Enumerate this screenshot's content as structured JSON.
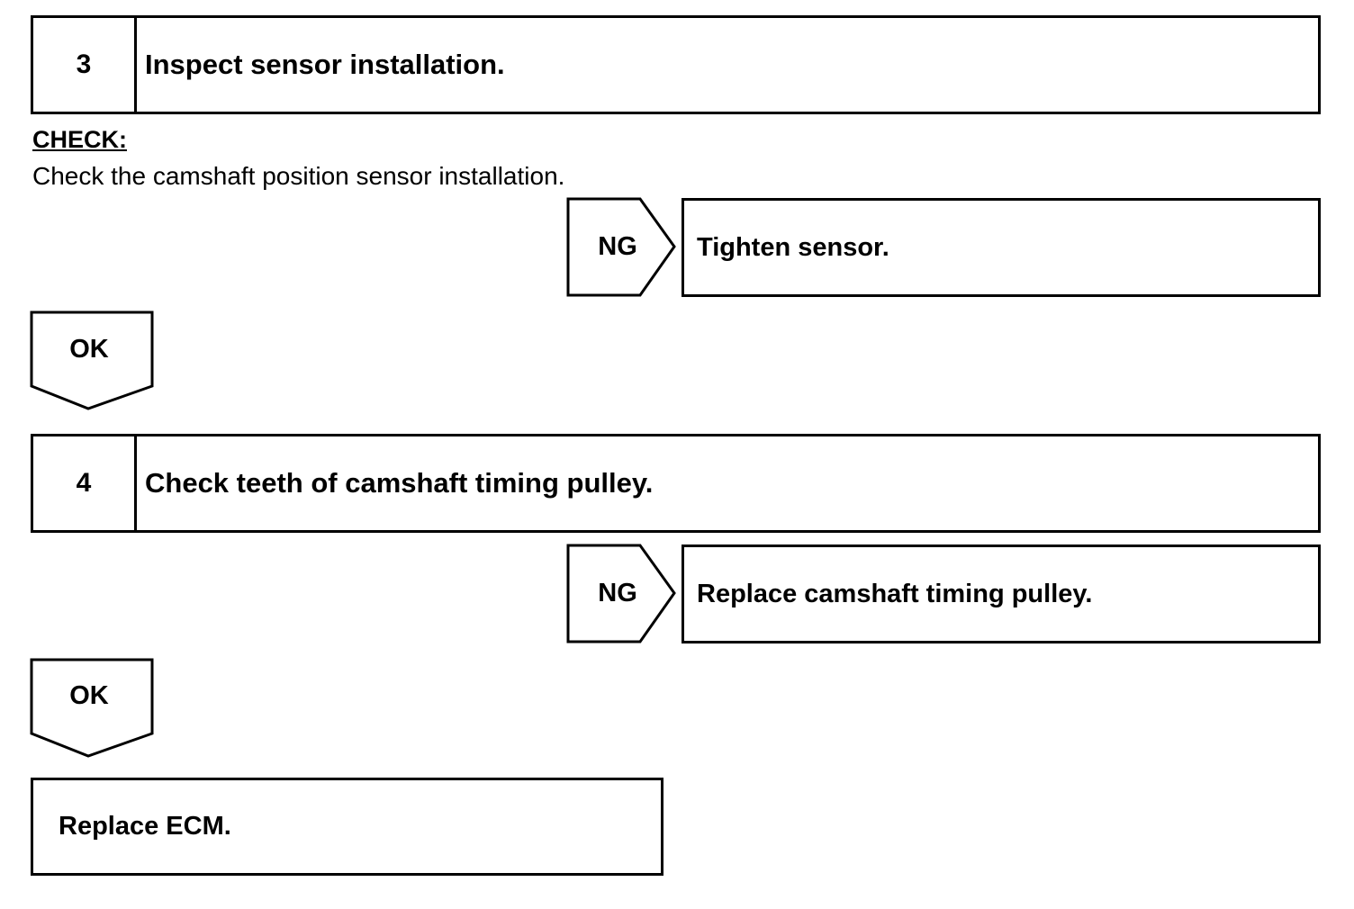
{
  "steps": [
    {
      "number": "3",
      "title": "Inspect sensor installation."
    },
    {
      "number": "4",
      "title": "Check teeth of camshaft timing pulley."
    }
  ],
  "check": {
    "heading": "CHECK:",
    "text": "Check the camshaft position sensor installation."
  },
  "branches": {
    "ng_label": "NG",
    "ok_label": "OK",
    "step3_ng_action": "Tighten sensor.",
    "step4_ng_action": "Replace camshaft timing pulley.",
    "final_action": "Replace ECM."
  }
}
